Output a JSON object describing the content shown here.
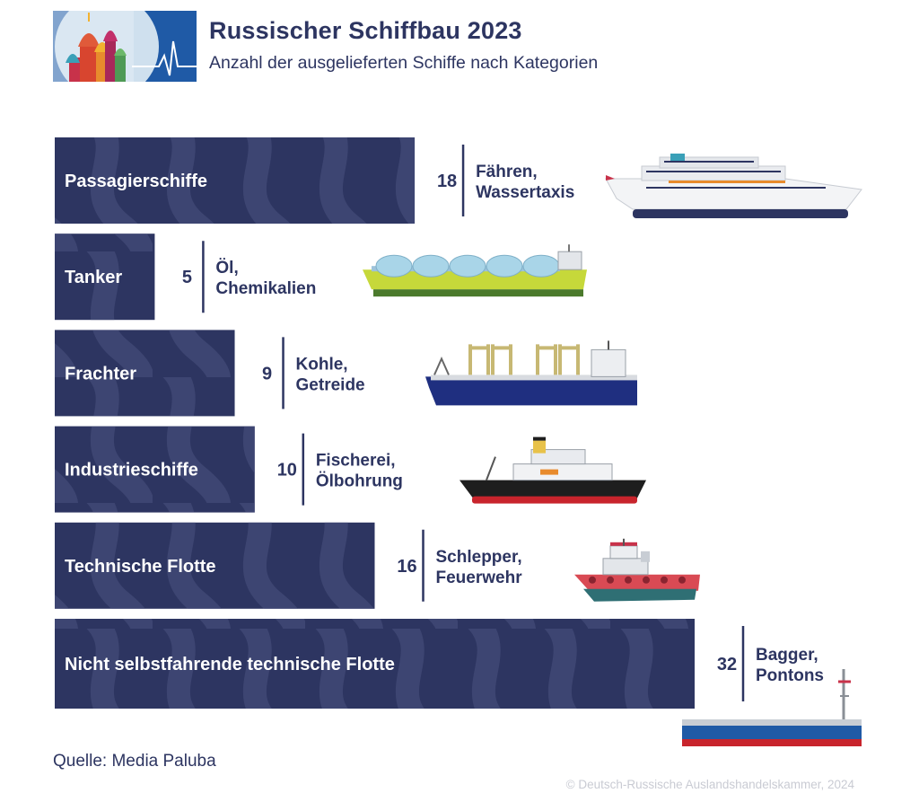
{
  "header": {
    "title": "Russischer Schiffbau 2023",
    "subtitle": "Anzahl der ausgelieferten Schiffe nach Kategorien"
  },
  "colors": {
    "bar": "#2d3561",
    "text": "#2d3561",
    "wave": "#4a5280",
    "logo_bg": "#1f5aa6"
  },
  "chart_data": {
    "type": "bar",
    "orientation": "horizontal",
    "categories": [
      "Passagierschiffe",
      "Tanker",
      "Frachter",
      "Industrieschiffe",
      "Technische Flotte",
      "Nicht selbstfahrende technische Flotte"
    ],
    "values": [
      18,
      5,
      9,
      10,
      16,
      32
    ],
    "descriptions": [
      [
        "Fähren,",
        "Wassertaxis"
      ],
      [
        "Öl,",
        "Chemikalien"
      ],
      [
        "Kohle,",
        "Getreide"
      ],
      [
        "Fischerei,",
        "Ölbohrung"
      ],
      [
        "Schlepper,",
        "Feuerwehr"
      ],
      [
        "Bagger,",
        "Pontons"
      ]
    ],
    "icons": [
      "cruise-ship-icon",
      "lng-tanker-icon",
      "bulk-carrier-icon",
      "icebreaker-icon",
      "tugboat-icon",
      "pontoon-barge-icon"
    ],
    "xlim": [
      0,
      32
    ],
    "grid": false,
    "legend": "none"
  },
  "footer": {
    "source": "Quelle: Media Paluba",
    "copyright": "© Deutsch-Russische Auslandshandelskammer, 2024"
  }
}
